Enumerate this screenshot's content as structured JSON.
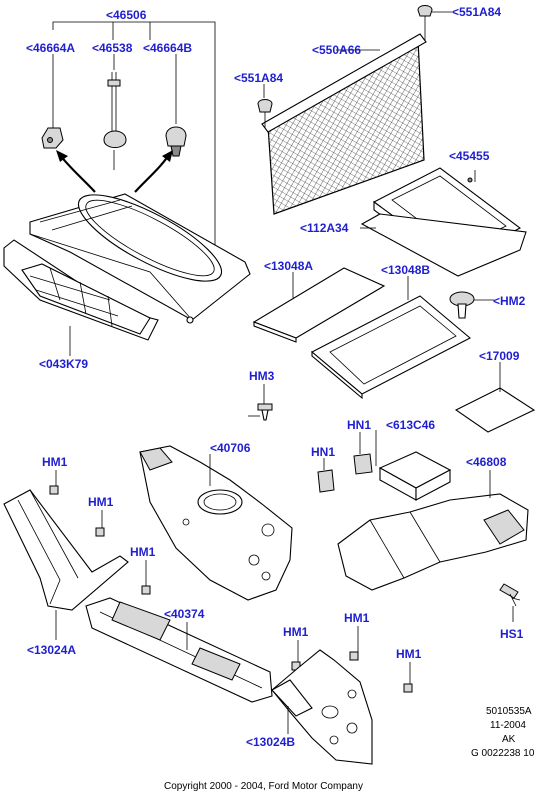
{
  "labels": {
    "46506": "<46506",
    "46664A": "<46664A",
    "46538": "<46538",
    "46664B": "<46664B",
    "043K79": "<043K79",
    "551A84_top": "<551A84",
    "551A84_left": "<551A84",
    "550A66": "<550A66",
    "45455": "<45455",
    "112A34": "<112A34",
    "13048A": "<13048A",
    "13048B": "<13048B",
    "HM2": "<HM2",
    "17009": "<17009",
    "HM3": "HM3",
    "40706": "<40706",
    "HN1_right": "HN1",
    "613C46": "<613C46",
    "HN1_left": "HN1",
    "46808": "<46808",
    "HM1_a": "HM1",
    "HM1_b": "HM1",
    "HM1_c": "HM1",
    "40374": "<40374",
    "HM1_d": "HM1",
    "HM1_e": "HM1",
    "HM1_f": "HM1",
    "HS1": "HS1",
    "13024A": "<13024A",
    "13024B": "<13024B"
  },
  "meta": {
    "code": "5010535A",
    "date": "11-2004",
    "rev": "AK",
    "ref": "G 0022238 10",
    "copyright": "Copyright 2000 - 2004, Ford Motor Company"
  }
}
